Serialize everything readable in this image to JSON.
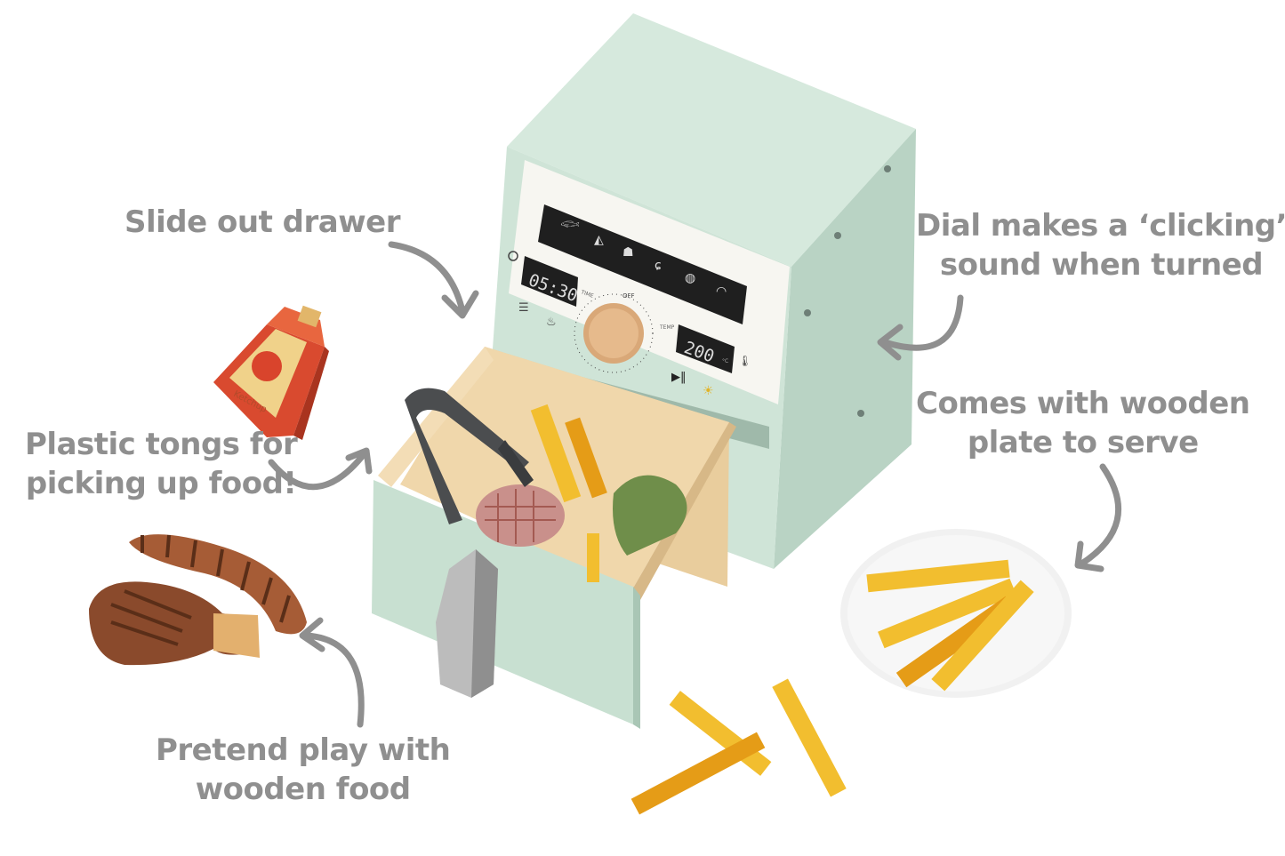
{
  "callouts": {
    "drawer": {
      "lines": [
        "Slide out drawer"
      ]
    },
    "dial": {
      "lines": [
        "Dial makes a ‘clicking’",
        "sound when turned"
      ]
    },
    "plate": {
      "lines": [
        "Comes with wooden",
        "plate to serve"
      ]
    },
    "tongs": {
      "lines": [
        "Plastic tongs for",
        "picking up food!"
      ]
    },
    "food": {
      "lines": [
        "Pretend play with",
        "wooden food"
      ]
    }
  },
  "fryer": {
    "timer_display": "05:30",
    "temp_display": "200",
    "temp_unit": "°C",
    "time_label": "TIME",
    "temp_label": "TEMP",
    "dial_off_label": "OFF"
  },
  "ketchup_label": "Ketchup",
  "colors": {
    "mint_body": "#cde3d6",
    "mint_side": "#b7d1c2",
    "panel_white": "#f7f6f1",
    "display_black": "#1f1f1f",
    "wood_light": "#ecd2a6",
    "wood_dial": "#d9a878",
    "fries_yellow": "#f2be2f",
    "fries_orange": "#e59c17",
    "ketchup_red": "#d94a2f",
    "sausage_brown": "#9a5634",
    "tongs_gray": "#4b4d4f",
    "handle_silver": "#bcbcbc",
    "callout_gray": "#8f8f8f"
  }
}
